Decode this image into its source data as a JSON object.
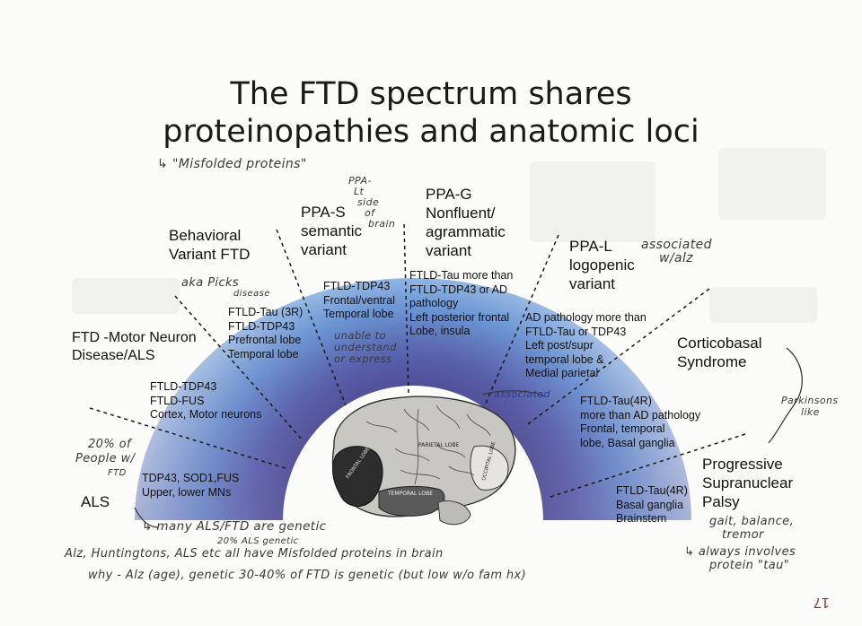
{
  "title": {
    "line1": "The FTD spectrum shares",
    "line2": "proteinopathies and anatomic loci"
  },
  "subtypes": {
    "bvftd": {
      "name_l1": "Behavioral",
      "name_l2": "Variant FTD",
      "detail": [
        "FTLD-Tau (3R)",
        "FTLD-TDP43",
        "Prefrontal lobe",
        "Temporal lobe"
      ]
    },
    "ppas": {
      "name_l1": "PPA-S",
      "name_l2": "semantic",
      "name_l3": "variant",
      "detail": [
        "FTLD-TDP43",
        "Frontal/ventral",
        "Temporal lobe"
      ]
    },
    "ppag": {
      "name_l1": "PPA-G",
      "name_l2": "Nonfluent/",
      "name_l3": "agrammatic",
      "name_l4": "variant",
      "detail": [
        "FTLD-Tau more than",
        "FTLD-TDP43 or AD",
        "pathology",
        "Left posterior frontal",
        "Lobe, insula"
      ]
    },
    "ppal": {
      "name_l1": "PPA-L",
      "name_l2": "logopenic",
      "name_l3": "variant",
      "detail": [
        "AD  pathology more than",
        "FTLD-Tau or TDP43",
        "Left post/supr",
        "temporal lobe &",
        "Medial parietal"
      ]
    },
    "ftdmnd": {
      "name_l1": "FTD -Motor Neuron",
      "name_l2": "Disease/ALS",
      "detail": [
        "FTLD-TDP43",
        "FTLD-FUS",
        "Cortex, Motor neurons"
      ]
    },
    "cbs": {
      "name_l1": "Corticobasal",
      "name_l2": "Syndrome",
      "detail": [
        "FTLD-Tau(4R)",
        "more than AD pathology",
        "Frontal, temporal",
        "lobe, Basal ganglia"
      ]
    },
    "als": {
      "name": "ALS",
      "detail": [
        "TDP43, SOD1,FUS",
        "Upper, lower MNs"
      ]
    },
    "psp": {
      "name_l1": "Progressive",
      "name_l2": "Supranuclear",
      "name_l3": "Palsy",
      "detail": [
        "FTLD-Tau(4R)",
        "Basal ganglia",
        "Brainstem"
      ]
    }
  },
  "brain_labels": {
    "parietal": "PARIETAL LOBE",
    "temporal": "TEMPORAL LOBE",
    "frontal": "FRONTAL LOBE",
    "occipital": "OCCIPITAL LOBE"
  },
  "handwriting": {
    "misfolded": "↳ \"Misfolded proteins\"",
    "ppa_lt": [
      "PPA-",
      "Lt",
      "side",
      "of",
      "brain"
    ],
    "associated": [
      "associated",
      "w/alz"
    ],
    "picks": [
      "aka Picks",
      "disease"
    ],
    "unable": [
      "unable to",
      "understand",
      "or express"
    ],
    "associated2": "associated",
    "parkinsons": [
      "Parkinsons",
      "like"
    ],
    "twenty_pct": [
      "20% of",
      "People w/",
      "FTD"
    ],
    "many_als": "↳ many ALS/FTD are genetic",
    "twenty_als": "20% ALS genetic",
    "gait": [
      "gait, balance,",
      "tremor"
    ],
    "always": [
      "↳ always involves",
      "protein \"tau\""
    ],
    "note1": "Alz, Huntingtons, ALS etc all have Misfolded proteins in brain",
    "note2": "why - Alz (age), genetic 30-40% of FTD is genetic (but low w/o fam hx)"
  },
  "page_number": "17",
  "colors": {
    "arc_outer": "#d8e7f5",
    "arc_mid": "#5f8fd0",
    "arc_inner": "#433f8e",
    "arc_bottom": "#8479b0",
    "ink": "#111111",
    "pen": "#3a3a3a"
  }
}
